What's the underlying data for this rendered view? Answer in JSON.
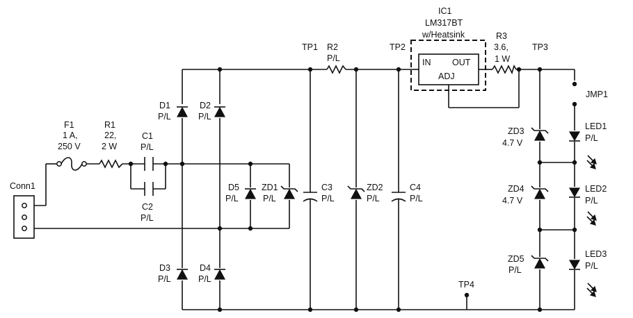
{
  "title": "",
  "components": {
    "conn1": {
      "ref": "Conn1"
    },
    "f1": {
      "ref": "F1",
      "v1": "1 A,",
      "v2": "250 V"
    },
    "r1": {
      "ref": "R1",
      "v1": "22,",
      "v2": "2 W"
    },
    "c1": {
      "ref": "C1",
      "value": "P/L"
    },
    "c2": {
      "ref": "C2",
      "value": "P/L"
    },
    "d1": {
      "ref": "D1",
      "value": "P/L"
    },
    "d2": {
      "ref": "D2",
      "value": "P/L"
    },
    "d3": {
      "ref": "D3",
      "value": "P/L"
    },
    "d4": {
      "ref": "D4",
      "value": "P/L"
    },
    "d5": {
      "ref": "D5",
      "value": "P/L"
    },
    "zd1": {
      "ref": "ZD1",
      "value": "P/L"
    },
    "c3": {
      "ref": "C3",
      "value": "P/L"
    },
    "zd2": {
      "ref": "ZD2",
      "value": "P/L"
    },
    "c4": {
      "ref": "C4",
      "value": "P/L"
    },
    "r2": {
      "ref": "R2",
      "value": "P/L"
    },
    "ic1": {
      "ref": "IC1",
      "part": "LM317BT",
      "note": "w/Heatsink",
      "pin_in": "IN",
      "pin_out": "OUT",
      "pin_adj": "ADJ"
    },
    "r3": {
      "ref": "R3",
      "v1": "3.6,",
      "v2": "1 W"
    },
    "jmp1": {
      "ref": "JMP1"
    },
    "zd3": {
      "ref": "ZD3",
      "value": "4.7 V"
    },
    "zd4": {
      "ref": "ZD4",
      "value": "4.7 V"
    },
    "zd5": {
      "ref": "ZD5",
      "value": "P/L"
    },
    "led1": {
      "ref": "LED1",
      "value": "P/L"
    },
    "led2": {
      "ref": "LED2",
      "value": "P/L"
    },
    "led3": {
      "ref": "LED3",
      "value": "P/L"
    }
  },
  "test_points": {
    "tp1": "TP1",
    "tp2": "TP2",
    "tp3": "TP3",
    "tp4": "TP4"
  }
}
